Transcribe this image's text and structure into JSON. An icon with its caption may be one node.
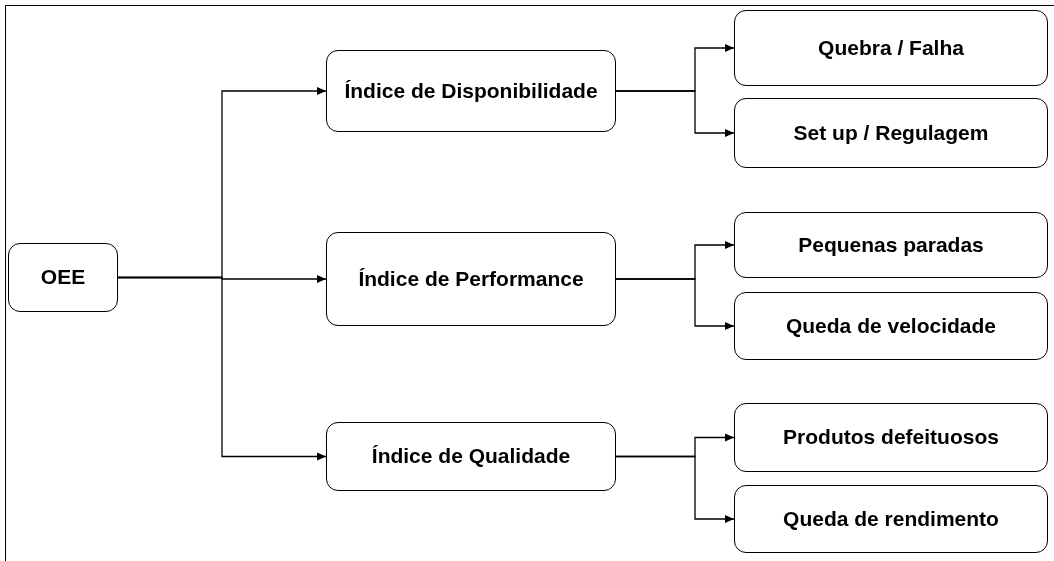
{
  "diagram": {
    "nodes": [
      {
        "text": [
          "OEE"
        ]
      },
      {
        "text": [
          "Índice de Disponibilidade"
        ]
      },
      {
        "text": [
          "Quebra / Falha"
        ]
      },
      {
        "text": [
          "Set up / Regulagem"
        ]
      },
      {
        "text": [
          "Índice de Performance"
        ]
      },
      {
        "text": [
          "Pequenas paradas"
        ]
      },
      {
        "text": [
          "Queda de velocidade"
        ]
      },
      {
        "text": [
          "Índice de Qualidade"
        ]
      },
      {
        "text": [
          "Produtos defeituosos"
        ]
      },
      {
        "text": [
          "Queda de rendimento"
        ]
      }
    ],
    "edges": [
      {
        "from": 0,
        "to": 1,
        "arrow": "to"
      },
      {
        "from": 0,
        "to": 4,
        "arrow": "to"
      },
      {
        "from": 0,
        "to": 7,
        "arrow": "to"
      },
      {
        "from": 1,
        "to": 2,
        "arrow": "to"
      },
      {
        "from": 1,
        "to": 3,
        "arrow": "to"
      },
      {
        "from": 4,
        "to": 5,
        "arrow": "to"
      },
      {
        "from": 4,
        "to": 6,
        "arrow": "to"
      },
      {
        "from": 7,
        "to": 8,
        "arrow": "to"
      },
      {
        "from": 7,
        "to": 9,
        "arrow": "to"
      }
    ]
  }
}
